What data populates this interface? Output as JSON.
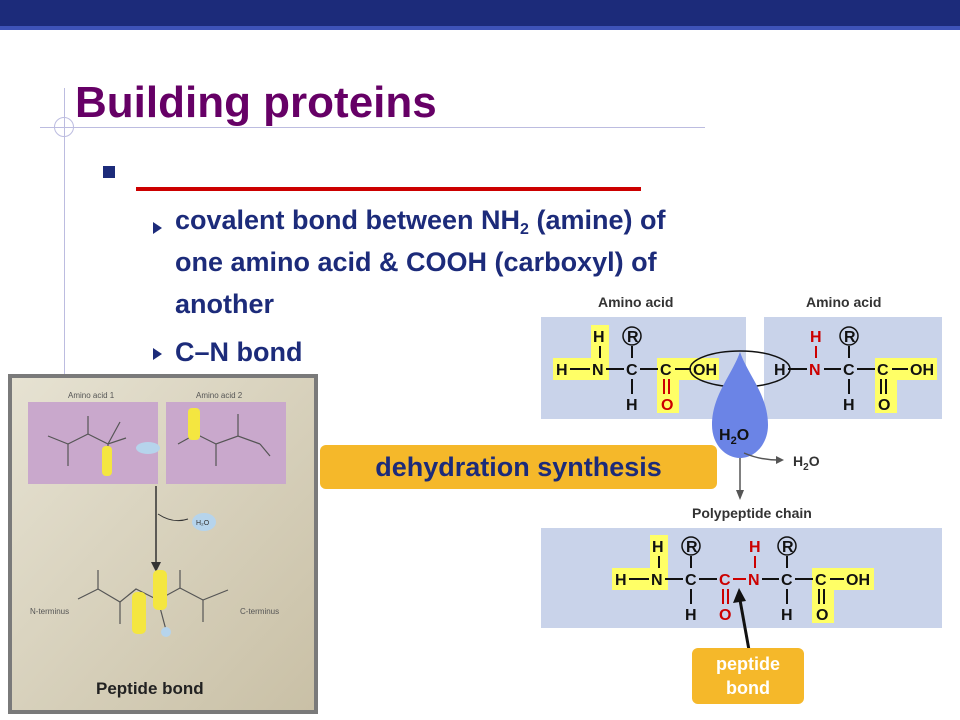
{
  "slide": {
    "title": "Building proteins",
    "sub_bullets": {
      "b1_line1_a": "covalent bond between NH",
      "b1_sub": "2",
      "b1_line1_b": " (amine) of",
      "b1_line2": "one amino acid & COOH (carboxyl) of",
      "b1_line3": "another",
      "b2": "C–N bond"
    }
  },
  "photo": {
    "amino_acid_1": "Amino acid 1",
    "amino_acid_2": "Amino acid 2",
    "n_terminus": "N-terminus",
    "c_terminus": "C-terminus",
    "caption": "Peptide bond",
    "water": "H₂O"
  },
  "diagram": {
    "amino_acid_left": "Amino acid",
    "amino_acid_right": "Amino acid",
    "water_drop_main": "H",
    "water_drop_sub": "2",
    "water_drop_end": "O",
    "water_out_main": "H",
    "water_out_sub": "2",
    "water_out_end": "O",
    "polypeptide_label": "Polypeptide chain"
  },
  "labels": {
    "dehydration": "dehydration synthesis",
    "peptide_line1": "peptide",
    "peptide_line2": "bond"
  },
  "colors": {
    "title": "#660066",
    "text": "#1c2b7a",
    "blank_line": "#cc0000",
    "label_bg": "#f5b82a",
    "panel_bg": "#c9d3ea",
    "highlight": "#ffff66",
    "red_atoms": "#cc0000",
    "water_drop": "#6b84e6"
  }
}
